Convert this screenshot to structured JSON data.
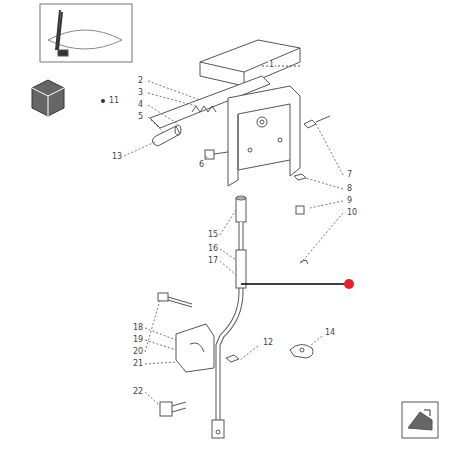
{
  "diagram": {
    "labels": [
      "1",
      "11",
      "2",
      "3",
      "4",
      "5",
      "13",
      "6",
      "7",
      "8",
      "9",
      "10",
      "15",
      "16",
      "17",
      "18",
      "19",
      "20",
      "21",
      "22",
      "14",
      "12"
    ]
  }
}
